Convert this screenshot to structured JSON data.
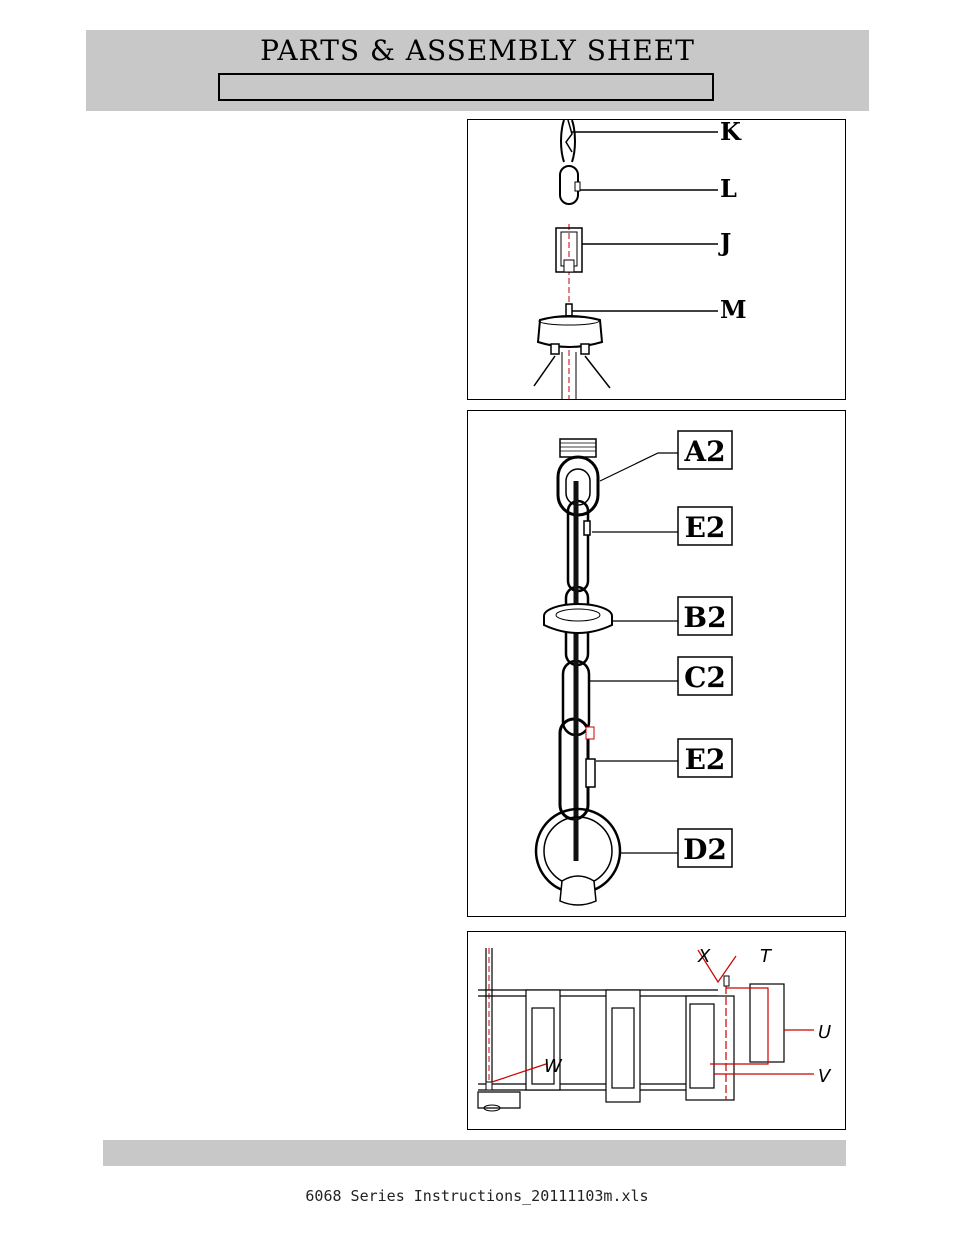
{
  "header": {
    "title": "PARTS & ASSEMBLY SHEET",
    "subtitle": ""
  },
  "panel1": {
    "labels": {
      "k": "K",
      "l": "L",
      "j": "J",
      "m": "M"
    }
  },
  "panel2": {
    "labels": {
      "a2": "A2",
      "e2_top": "E2",
      "b2": "B2",
      "c2": "C2",
      "e2_bottom": "E2",
      "d2": "D2"
    }
  },
  "panel3": {
    "labels": {
      "x": "X",
      "t": "T",
      "u": "U",
      "v": "V",
      "w": "W"
    }
  },
  "footer": {
    "filename": "6068 Series Instructions_20111103m.xls"
  },
  "colors": {
    "header_gray": "#c8c8c8",
    "wire_red": "#cc0000"
  }
}
